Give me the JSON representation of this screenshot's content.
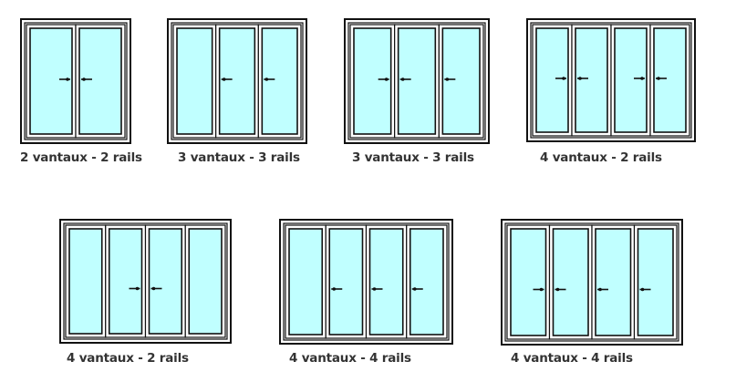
{
  "diagrams": [
    {
      "label": "2 vantaux - 2 rails",
      "sashes": 2,
      "handles": [
        "right",
        "left"
      ]
    },
    {
      "label": "3 vantaux - 3 rails",
      "sashes": 3,
      "handles": [
        "none",
        "left",
        "left"
      ]
    },
    {
      "label": "3 vantaux - 3 rails",
      "sashes": 3,
      "handles": [
        "right",
        "left",
        "left"
      ]
    },
    {
      "label": "4 vantaux - 2 rails",
      "sashes": 4,
      "handles": [
        "right",
        "left",
        "right",
        "left"
      ]
    },
    {
      "label": "4 vantaux - 2 rails",
      "sashes": 4,
      "handles": [
        "none",
        "right",
        "left",
        "none"
      ]
    },
    {
      "label": "4 vantaux - 4 rails",
      "sashes": 4,
      "handles": [
        "none",
        "left",
        "left",
        "left"
      ]
    },
    {
      "label": "4 vantaux - 4 rails",
      "sashes": 4,
      "handles": [
        "right",
        "left",
        "left",
        "left"
      ]
    }
  ],
  "colors": {
    "glass": "#c0ffff",
    "frame": "#111111"
  }
}
